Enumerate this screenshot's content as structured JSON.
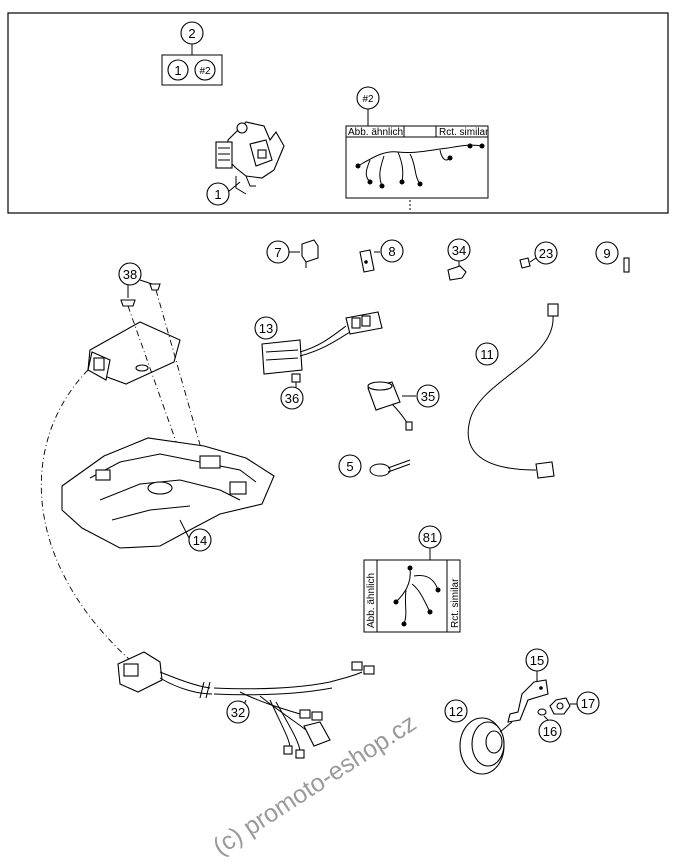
{
  "callouts": {
    "c1": "1",
    "c2": "2",
    "c1_box": "1",
    "h2_box": "#2",
    "h2_top": "#2",
    "c7": "7",
    "c8": "8",
    "c34": "34",
    "c23": "23",
    "c9": "9",
    "c38": "38",
    "c13": "13",
    "c36": "36",
    "c35": "35",
    "c11": "11",
    "c5": "5",
    "c14": "14",
    "c81": "81",
    "c32": "32",
    "c15": "15",
    "c12": "12",
    "c17": "17",
    "c16": "16"
  },
  "similar_box": {
    "left_label": "Abb. ähnlich",
    "right_label": "Rct. similar"
  },
  "similar_box_81": {
    "left_label": "Abb. ähnlich",
    "right_label": "Rct. similar"
  },
  "watermark": "(c) promoto-eshop.cz"
}
